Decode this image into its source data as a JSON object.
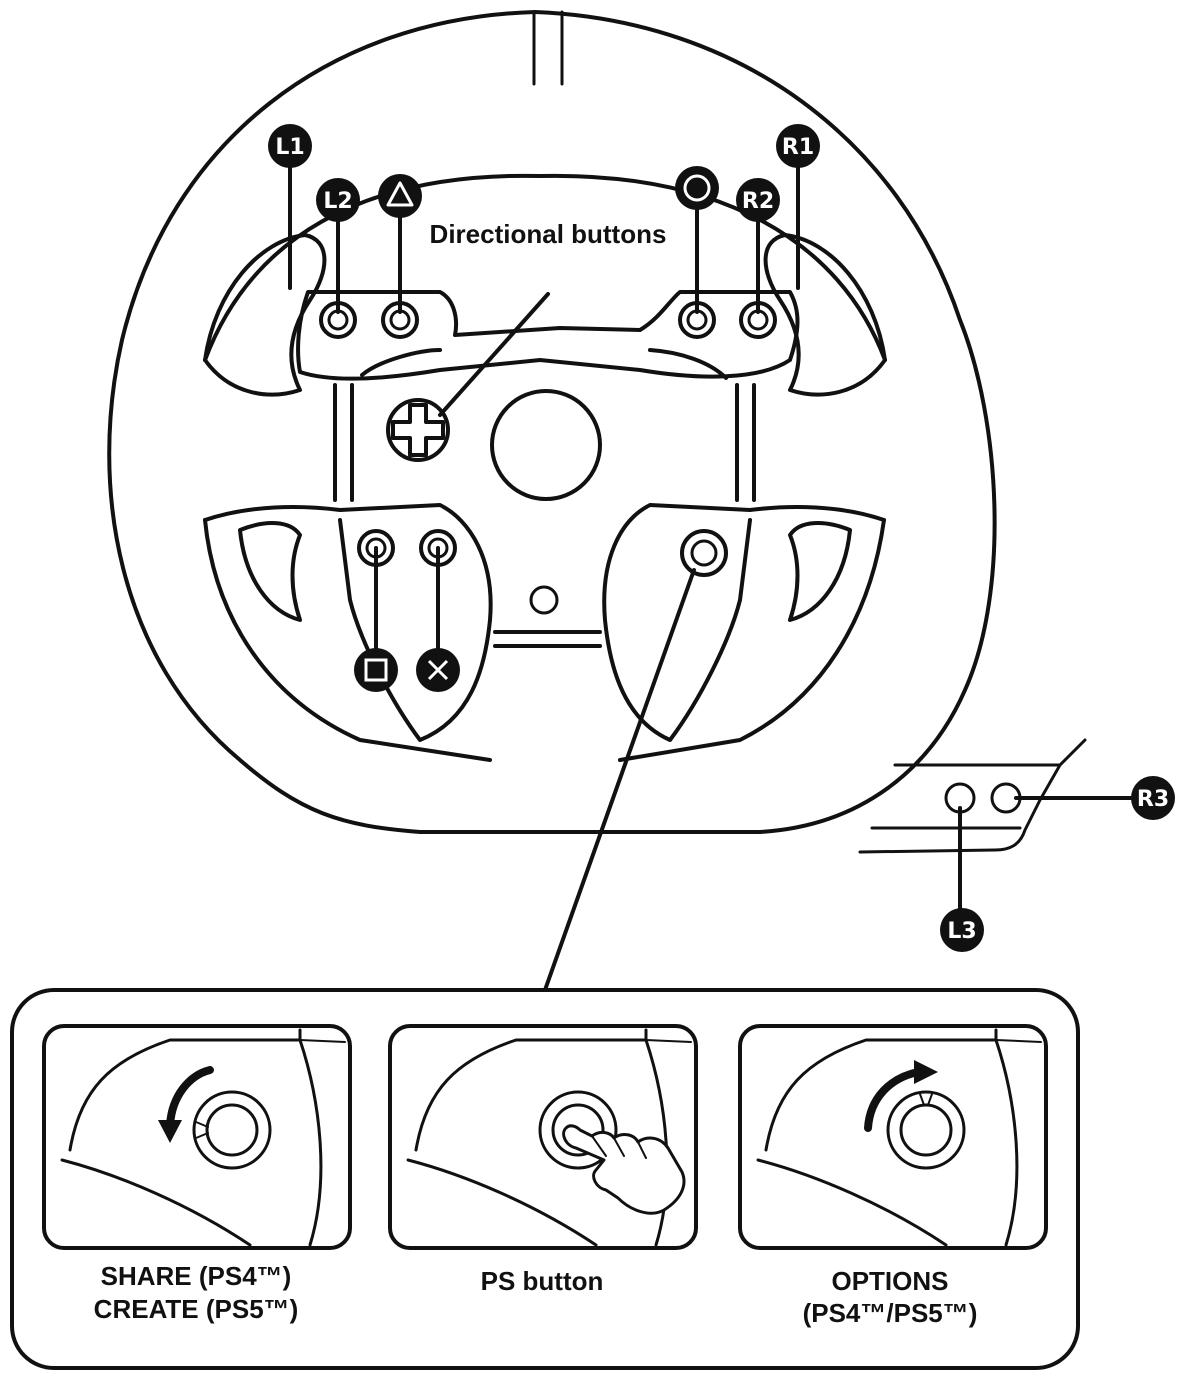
{
  "callouts": {
    "directional": "Directional buttons",
    "l1": "L1",
    "l2": "L2",
    "r1": "R1",
    "r2": "R2",
    "r3": "R3",
    "l3": "L3"
  },
  "symbol_buttons": [
    "triangle-icon",
    "circle-icon",
    "square-icon",
    "cross-icon"
  ],
  "panels": [
    {
      "caption_line1": "SHARE (PS4™)",
      "caption_line2": "CREATE (PS5™)",
      "action": "rotate-counterclockwise-icon"
    },
    {
      "caption_line1": "PS button",
      "caption_line2": "",
      "action": "press-hand-icon"
    },
    {
      "caption_line1": "OPTIONS",
      "caption_line2": "(PS4™/PS5™)",
      "action": "rotate-clockwise-icon"
    }
  ],
  "colors": {
    "ink": "#111111",
    "paper": "#ffffff"
  }
}
